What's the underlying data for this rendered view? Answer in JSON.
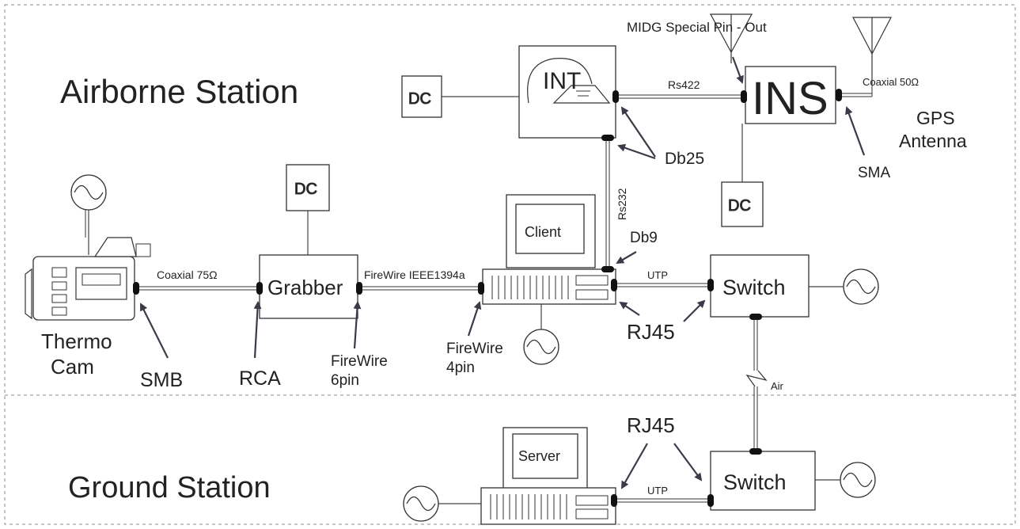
{
  "sections": {
    "airborne": "Airborne Station",
    "ground": "Ground Station"
  },
  "devices": {
    "int": "INT",
    "ins": "INS",
    "grabber": "Grabber",
    "switch_air": "Switch",
    "switch_ground": "Switch",
    "client": "Client",
    "server": "Server",
    "dc_int": "DC",
    "dc_grabber": "DC",
    "dc_ins": "DC"
  },
  "labels": {
    "gps_antenna_line1": "GPS",
    "gps_antenna_line2": "Antenna",
    "thermo_cam_line1": "Thermo",
    "thermo_cam_line2": "Cam",
    "midg": "MIDG Special Pin - Out",
    "rs422": "Rs422",
    "coax50": "Coaxial 50Ω",
    "coax75": "Coaxial 75Ω",
    "firewire_link": "FireWire IEEE1394a",
    "rs232": "Rs232",
    "utp_air": "UTP",
    "utp_ground": "UTP",
    "air": "Air",
    "db25": "Db25",
    "db9": "Db9",
    "sma": "SMA",
    "smb": "SMB",
    "rca": "RCA",
    "firewire6_line1": "FireWire",
    "firewire6_line2": "6pin",
    "firewire4_line1": "FireWire",
    "firewire4_line2": "4pin",
    "rj45_air": "RJ45",
    "rj45_ground": "RJ45"
  }
}
